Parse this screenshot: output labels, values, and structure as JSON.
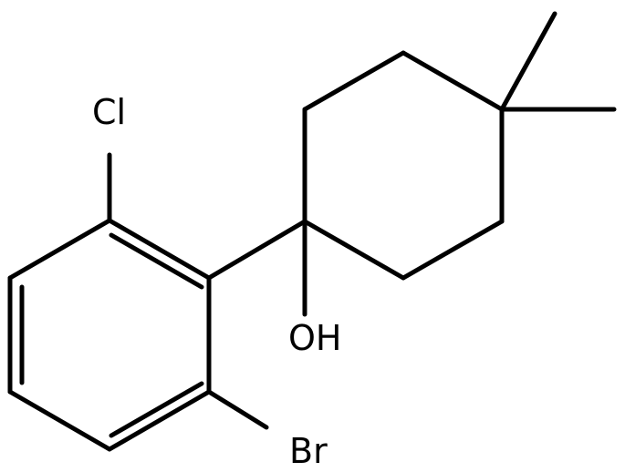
{
  "molecule": {
    "atoms": {
      "chlorine": "Cl",
      "hydroxyl": "OH",
      "bromine": "Br"
    },
    "colors": {
      "bond": "#000000",
      "label": "#000000",
      "background": "#ffffff"
    }
  }
}
